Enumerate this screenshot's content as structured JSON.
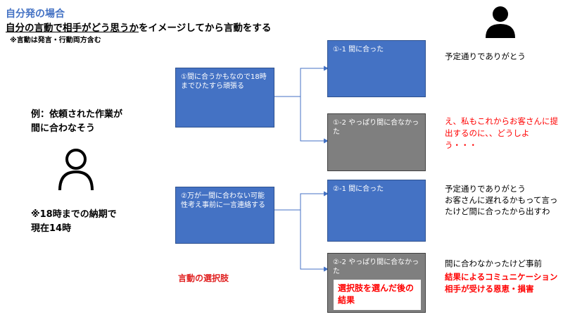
{
  "title": "自分発の場合",
  "subtitle": {
    "part1": "自分の言動で相手がどう思うか",
    "part2": "をイメージしてから言動をする"
  },
  "note": "※言動は発言・行動両方含む",
  "example": {
    "line1": "例：依頼された作業が",
    "line2": "間に合わなそう"
  },
  "deadline": {
    "line1": "※18時までの納期で",
    "line2": "現在14時"
  },
  "choices_label": "言動の選択肢",
  "options": [
    {
      "text": "①間に合うかもなので18時までひたすら頑張る"
    },
    {
      "text": "②万が一間に合わない可能性考え事前に一言連絡する"
    }
  ],
  "outcomes": [
    {
      "text": "①-1 間に合った",
      "color": "#4472c4"
    },
    {
      "text": "①-2 やっぱり間に合なかった",
      "color": "#7f7f7f"
    },
    {
      "text": "②-1 間に合った",
      "color": "#4472c4"
    },
    {
      "text": "②-2 やっぱり間に合なかった",
      "color": "#7f7f7f"
    }
  ],
  "reactions": [
    {
      "text": "予定通りでありがとう"
    },
    {
      "text": "え、私もこれからお客さんに提出するのに、、どうしよう・・・"
    },
    {
      "line1": "予定通りでありがとう",
      "line2": "お客さんに遅れるかもって言ったけど間に合ったから出すわ"
    },
    {
      "text": "間に合わなかったけど事前"
    }
  ],
  "result_label": "選択肢を選んだ後の結果",
  "conclusion": "結果によるコミュニケーション相手が受ける恩恵・損害",
  "icons": [
    "person-silhouette-icon",
    "person-outline-icon"
  ]
}
